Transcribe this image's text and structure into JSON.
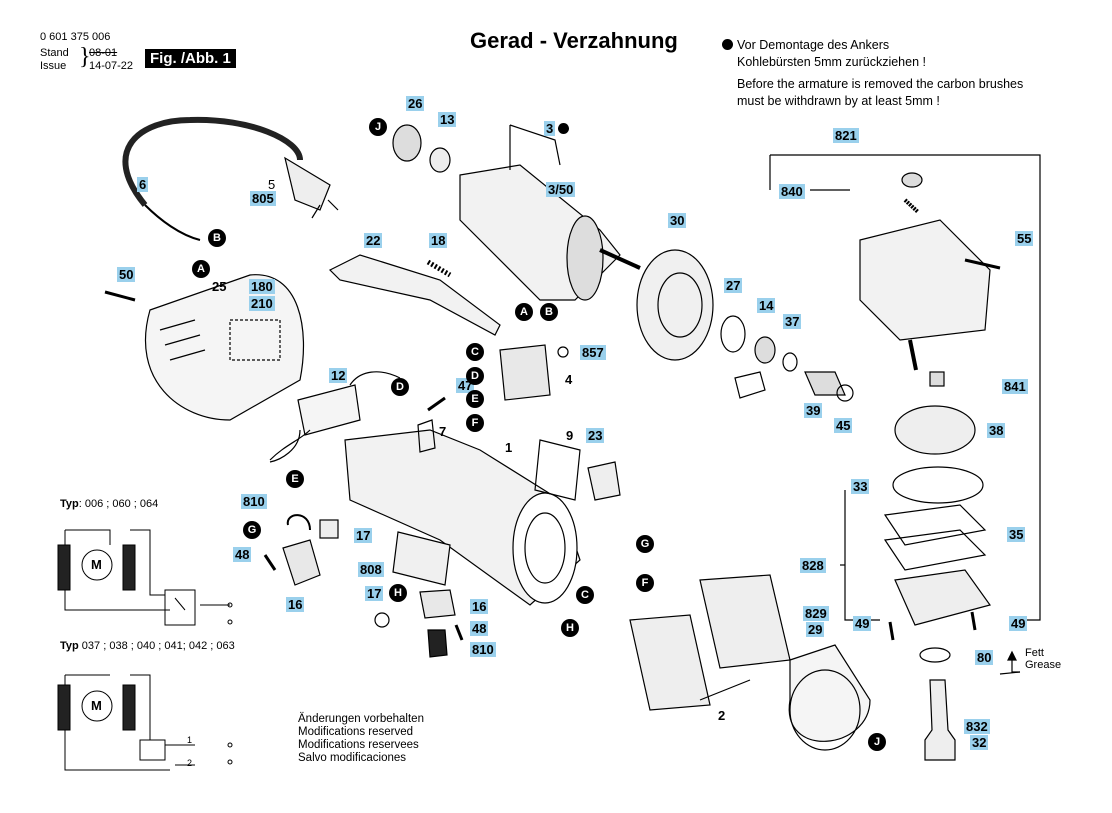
{
  "header": {
    "doc_number": "0 601 375 006",
    "stand_label": "Stand",
    "issue_label": "Issue",
    "date_old": "08-01",
    "date_new": "14-07-22",
    "fig_label": "Fig. /Abb. 1",
    "title": "Gerad - Verzahnung"
  },
  "note": {
    "line1": "Vor Demontage des Ankers",
    "line2": "Kohlebürsten 5mm zurückziehen !",
    "line3": "Before the armature is removed the carbon brushes",
    "line4": "must be withdrawn by at least 5mm !"
  },
  "labels": {
    "p26": "26",
    "p13": "13",
    "p3": "3",
    "p3_50": "3/50",
    "p6": "6",
    "p5": "5",
    "p805": "805",
    "p22": "22",
    "p18": "18",
    "p30": "30",
    "p50": "50",
    "p25": "25",
    "p180": "180",
    "p210": "210",
    "p857": "857",
    "p4": "4",
    "p27": "27",
    "p14": "14",
    "p37": "37",
    "p12": "12",
    "p47": "47",
    "p7": "7",
    "p1": "1",
    "p9": "9",
    "p23": "23",
    "p39": "39",
    "p45": "45",
    "p810a": "810",
    "p17a": "17",
    "p48a": "48",
    "p16a": "16",
    "p808": "808",
    "p17b": "17",
    "p16b": "16",
    "p48b": "48",
    "p810b": "810",
    "p829": "829",
    "p29": "29",
    "p2": "2",
    "p821": "821",
    "p840": "840",
    "p55": "55",
    "p841": "841",
    "p38": "38",
    "p33": "33",
    "p35": "35",
    "p828": "828",
    "p49a": "49",
    "p49b": "49",
    "p80": "80",
    "p832": "832",
    "p32": "32"
  },
  "callouts": {
    "J": "J",
    "B": "B",
    "A": "A",
    "C": "C",
    "D": "D",
    "E": "E",
    "F": "F",
    "G": "G",
    "H": "H"
  },
  "typ1": {
    "label": "Typ",
    "values": ": 006 ; 060 ; 064"
  },
  "typ2": {
    "label": "Typ",
    "values": " 037 ; 038 ; 040 ; 041; 042 ; 063"
  },
  "motor_letter": "M",
  "switch_nums": {
    "one": "1",
    "two": "2"
  },
  "modifications": {
    "de": "Änderungen vorbehalten",
    "en": "Modifications reserved",
    "fr": "Modifications reservees",
    "es": "Salvo modificaciones"
  },
  "grease": {
    "de": "Fett",
    "en": "Grease"
  },
  "colors": {
    "label_bg": "#9ad0ec",
    "ink": "#000000"
  }
}
